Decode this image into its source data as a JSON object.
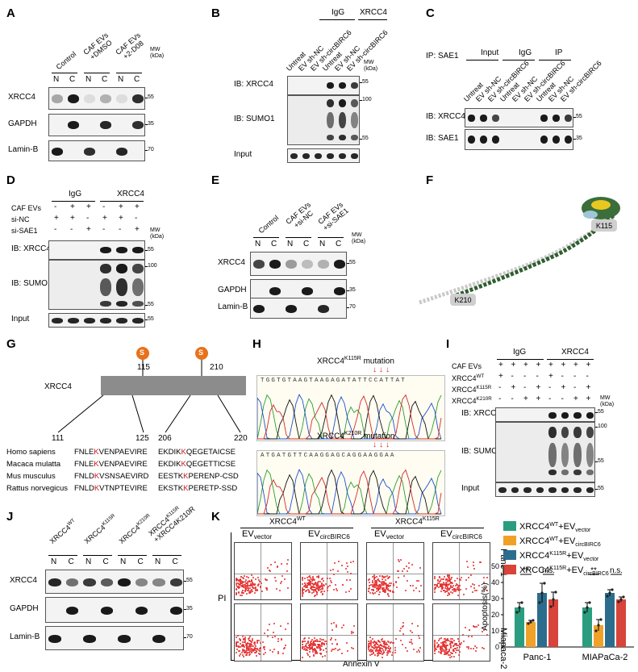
{
  "panels": {
    "A": {
      "label": "A",
      "lanes": [
        "Control",
        "CAF EVs\n+DMSO",
        "CAF EVs\n+2-D08"
      ],
      "nc": [
        "N",
        "C",
        "N",
        "C",
        "N",
        "C"
      ],
      "mw_head": "MW\n(kDa)",
      "rows": [
        {
          "name": "XRCC4",
          "mw": "55"
        },
        {
          "name": "GAPDH",
          "mw": "35"
        },
        {
          "name": "Lamin-B",
          "mw": "70"
        }
      ]
    },
    "B": {
      "label": "B",
      "groups": [
        "IgG",
        "XRCC4"
      ],
      "lanes": [
        "Untreat",
        "EV sh-NC",
        "EV sh-circBIRC6",
        "Untreat",
        "EV sh-NC",
        "EV sh-circBIRC6"
      ],
      "mw_head": "MW\n(kDa)",
      "rows": [
        {
          "name": "IB: XRCC4",
          "mw": "55"
        },
        {
          "name": "IB: SUMO1",
          "mw": [
            "100",
            "55"
          ]
        },
        {
          "name": "Input",
          "mw": ""
        }
      ]
    },
    "C": {
      "label": "C",
      "ip": "IP: SAE1",
      "groups": [
        "Input",
        "IgG",
        "IP"
      ],
      "lanes": [
        "Untreat",
        "EV sh-NC",
        "EV sh-circBIRC6",
        "Untreat",
        "EV sh-NC",
        "EV sh-circBIRC6",
        "Untreat",
        "EV sh-NC",
        "EV sh-circBIRC6"
      ],
      "rows": [
        {
          "name": "IB: XRCC4",
          "mw": "55"
        },
        {
          "name": "IB: SAE1",
          "mw": "35"
        }
      ]
    },
    "D": {
      "label": "D",
      "groups": [
        "IgG",
        "XRCC4"
      ],
      "conditions": [
        {
          "name": "CAF EVs",
          "vals": [
            "-",
            "+",
            "+",
            "-",
            "+",
            "+"
          ]
        },
        {
          "name": "si-NC",
          "vals": [
            "+",
            "+",
            "-",
            "+",
            "+",
            "-"
          ]
        },
        {
          "name": "si-SAE1",
          "vals": [
            "-",
            "-",
            "+",
            "-",
            "-",
            "+"
          ]
        }
      ],
      "mw_head": "MW\n(kDa)",
      "rows": [
        {
          "name": "IB: XRCC4",
          "mw": "55"
        },
        {
          "name": "IB: SUMO1",
          "mw": [
            "100",
            "55"
          ]
        },
        {
          "name": "Input",
          "mw": "55"
        }
      ]
    },
    "E": {
      "label": "E",
      "lanes": [
        "Control",
        "CAF EVs\n+si-NC",
        "CAF EVs\n+si-SAE1"
      ],
      "nc": [
        "N",
        "C",
        "N",
        "C",
        "N",
        "C"
      ],
      "mw_head": "MW\n(kDa)",
      "rows": [
        {
          "name": "XRCC4",
          "mw": "55"
        },
        {
          "name": "GAPDH",
          "mw": "35"
        },
        {
          "name": "Lamin-B",
          "mw": "70"
        }
      ]
    },
    "F": {
      "label": "F",
      "sites": [
        "K115",
        "K210"
      ]
    },
    "G": {
      "label": "G",
      "protein": "XRCC4",
      "site_positions": [
        "115",
        "210"
      ],
      "sumo_symbol": "S",
      "range1": [
        "111",
        "125"
      ],
      "range2": [
        "206",
        "220"
      ],
      "species": [
        {
          "name": "Homo sapiens",
          "s1a": "FNLE",
          "s1k": "K",
          "s1b": "VENPAEVIRE",
          "s2a": "EKDIK",
          "s2k": "K",
          "s2b": "QEGETAICSE"
        },
        {
          "name": "Macaca mulatta",
          "s1a": "FNLE",
          "s1k": "K",
          "s1b": "VENPAEVIRE",
          "s2a": "EKDIK",
          "s2k": "K",
          "s2b": "QEGETTICSE"
        },
        {
          "name": "Mus musculus",
          "s1a": "FNLD",
          "s1k": "K",
          "s1b": "VSNSAEVIRD",
          "s2a": "EESTK",
          "s2k": "K",
          "s2b": "PERENP-CSD"
        },
        {
          "name": "Rattus norvegicus",
          "s1a": "FNLD",
          "s1k": "K",
          "s1b": "VTNPTEVIRE",
          "s2a": "EKSTK",
          "s2k": "K",
          "s2b": "PERETP-SSD"
        }
      ]
    },
    "H": {
      "label": "H",
      "m1_base": "XRCC4",
      "m1_sup": "K115R",
      "m1_tail": " mutation",
      "m1_seq": "TGGTGTAAGTAAGAGATATTCCATTAT",
      "m2_base": "XRCC4",
      "m2_sup": "K210R",
      "m2_tail": " mutation",
      "m2_seq": "ATGATGTTCAAGGAGCAGGAAGGAA"
    },
    "I": {
      "label": "I",
      "groups": [
        "IgG",
        "XRCC4"
      ],
      "conditions": [
        {
          "name": "CAF EVs",
          "sup": "",
          "vals": [
            "+",
            "+",
            "+",
            "+",
            "+",
            "+",
            "+",
            "+"
          ]
        },
        {
          "name": "XRCC4",
          "sup": "WT",
          "vals": [
            "+",
            "-",
            "-",
            "-",
            "+",
            "-",
            "-",
            "-"
          ]
        },
        {
          "name": "XRCC4",
          "sup": "K115R",
          "vals": [
            "-",
            "+",
            "-",
            "+",
            "-",
            "+",
            "-",
            "+"
          ]
        },
        {
          "name": "XRCC4",
          "sup": "K210R",
          "vals": [
            "-",
            "-",
            "+",
            "+",
            "-",
            "-",
            "+",
            "+"
          ]
        }
      ],
      "mw_head": "MW\n(kDa)",
      "rows": [
        {
          "name": "IB: XRCC4",
          "mw": "55"
        },
        {
          "name": "IB: SUMO1",
          "mw": [
            "100",
            "55"
          ]
        },
        {
          "name": "Input",
          "mw": "55"
        }
      ]
    },
    "J": {
      "label": "J",
      "lanes": [
        {
          "base": "XRCC4",
          "sup": "WT"
        },
        {
          "base": "XRCC4",
          "sup": "K115R"
        },
        {
          "base": "XRCC4",
          "sup": "K210R"
        },
        {
          "base": "XRCC4",
          "sup": "K115R\n+XRCC4K210R"
        }
      ],
      "nc": [
        "N",
        "C",
        "N",
        "C",
        "N",
        "C",
        "N",
        "C"
      ],
      "rows": [
        {
          "name": "XRCC4",
          "mw": "55"
        },
        {
          "name": "GAPDH",
          "mw": "35"
        },
        {
          "name": "Lamin-B",
          "mw": "70"
        }
      ]
    },
    "K": {
      "label": "K",
      "group1": {
        "base": "XRCC4",
        "sup": "WT"
      },
      "group2": {
        "base": "XRCC4",
        "sup": "K115R"
      },
      "cols": [
        {
          "base": "EV",
          "sub": "vector"
        },
        {
          "base": "EV",
          "sub": "circBIRC6"
        },
        {
          "base": "EV",
          "sub": "vector"
        },
        {
          "base": "EV",
          "sub": "circBIRC6"
        }
      ],
      "rows": [
        "Panc-1",
        "Miapaca-2"
      ],
      "xlabel": "Annexin V",
      "ylabel": "PI"
    }
  },
  "chart_data": {
    "type": "bar",
    "categories": [
      "Panc-1",
      "MIAPaCa-2"
    ],
    "ylabel": "Apoptosis(%)",
    "ylim": [
      0,
      50
    ],
    "yticks": [
      0,
      10,
      20,
      30,
      40,
      50
    ],
    "series": [
      {
        "name": "XRCC4WT+EVvector",
        "legend_base": "XRCC4",
        "legend_sup": "WT",
        "legend_mid": "+EV",
        "legend_sub": "vector",
        "color": "#2a9d80",
        "values": [
          24.5,
          24.5
        ],
        "err": [
          3,
          3
        ]
      },
      {
        "name": "XRCC4WT+EVcircBIRC6",
        "legend_base": "XRCC4",
        "legend_sup": "WT",
        "legend_mid": "+EV",
        "legend_sub": "circBIRC6",
        "color": "#f0a228",
        "values": [
          15.5,
          13.5
        ],
        "err": [
          1,
          3.5
        ]
      },
      {
        "name": "XRCC4K115R+EVvector",
        "legend_base": "XRCC4",
        "legend_sup": "K115R",
        "legend_mid": "+EV",
        "legend_sub": "vector",
        "color": "#2c6d8e",
        "values": [
          33.5,
          33.5
        ],
        "err": [
          6,
          2
        ]
      },
      {
        "name": "XRCC4K115R+EVcircBIRC6",
        "legend_base": "XRCC4",
        "legend_sup": "K115R",
        "legend_mid": "+EV",
        "legend_sub": "circBIRC6",
        "color": "#d8433a",
        "values": [
          29.5,
          29.5
        ],
        "err": [
          4.5,
          1.5
        ]
      }
    ],
    "annotations": [
      {
        "category": "Panc-1",
        "pair": [
          0,
          1
        ],
        "text": "**"
      },
      {
        "category": "Panc-1",
        "pair": [
          2,
          3
        ],
        "text": "n.s."
      },
      {
        "category": "MIAPaCa-2",
        "pair": [
          0,
          1
        ],
        "text": "**"
      },
      {
        "category": "MIAPaCa-2",
        "pair": [
          2,
          3
        ],
        "text": "n.s."
      }
    ]
  }
}
